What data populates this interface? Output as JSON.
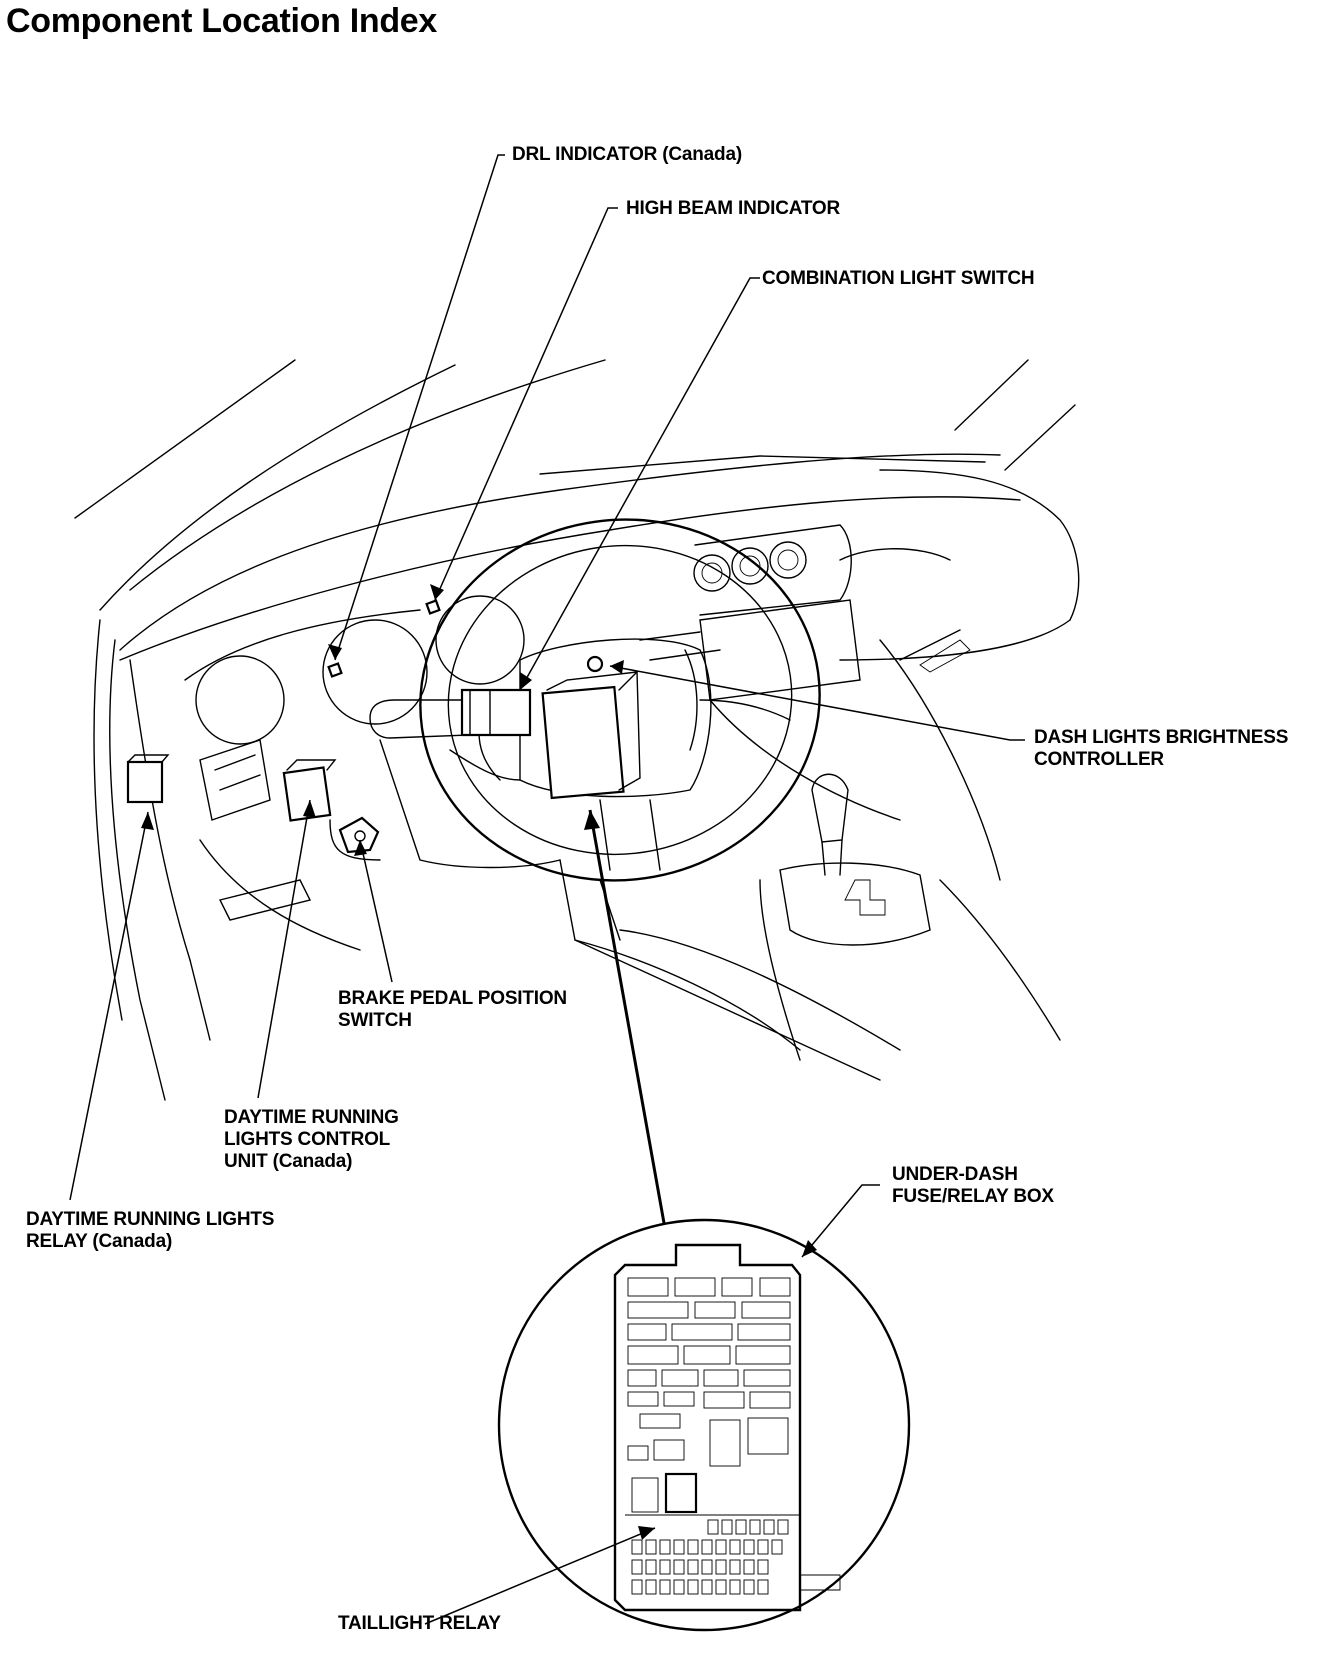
{
  "page": {
    "title": "Component Location Index"
  },
  "labels": {
    "drl_indicator": "DRL INDICATOR (Canada)",
    "high_beam_indicator": "HIGH BEAM INDICATOR",
    "combination_light_switch": "COMBINATION LIGHT SWITCH",
    "dash_lights_controller": [
      "DASH LIGHTS BRIGHTNESS",
      "CONTROLLER"
    ],
    "brake_pedal_switch": [
      "BRAKE PEDAL POSITION",
      "SWITCH"
    ],
    "drl_control_unit": [
      "DAYTIME RUNNING",
      "LIGHTS CONTROL",
      "UNIT (Canada)"
    ],
    "drl_relay": [
      "DAYTIME RUNNING LIGHTS",
      "RELAY (Canada)"
    ],
    "under_dash_box": [
      "UNDER-DASH",
      "FUSE/RELAY BOX"
    ],
    "taillight_relay": "TAILLIGHT RELAY"
  },
  "icons": {
    "steering_wheel": "steering-wheel-icon",
    "fuse_box": "fuse-relay-box-icon",
    "shifter": "gear-shifter-icon"
  }
}
